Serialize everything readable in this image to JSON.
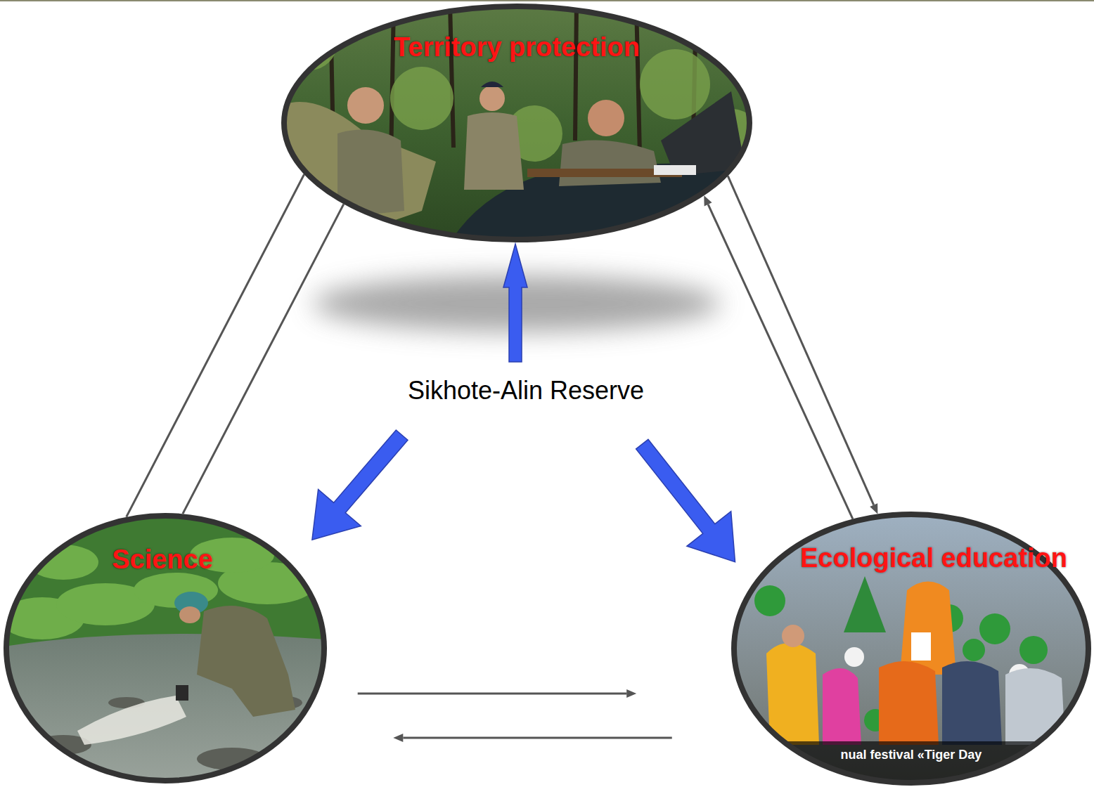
{
  "diagram": {
    "nodes": [
      {
        "text": [
          "Territory protection"
        ]
      },
      {
        "text": [
          "Sikhote-Alin Reserve"
        ]
      },
      {
        "text": [
          "Science"
        ]
      },
      {
        "text": [
          "Ecological education"
        ]
      }
    ],
    "edges": [
      {
        "from": 1,
        "to": 0,
        "arrow": "to"
      },
      {
        "from": 1,
        "to": 2,
        "arrow": "to"
      },
      {
        "from": 1,
        "to": 3,
        "arrow": "to"
      },
      {
        "from": 0,
        "to": 2,
        "arrow": "none"
      },
      {
        "from": 0,
        "to": 2,
        "arrow": "none"
      },
      {
        "from": 0,
        "to": 3,
        "arrow": "to"
      },
      {
        "from": 3,
        "to": 0,
        "arrow": "to"
      },
      {
        "from": 2,
        "to": 3,
        "arrow": "to"
      },
      {
        "from": 3,
        "to": 2,
        "arrow": "to"
      }
    ],
    "labels": [
      "nual festival «Tiger Day"
    ]
  }
}
